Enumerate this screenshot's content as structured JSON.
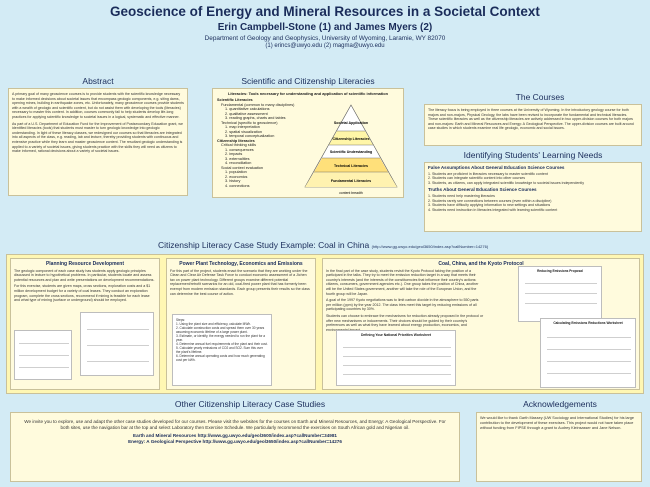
{
  "header": {
    "title": "Geoscience of Energy and Mineral Resources in a Societal Context",
    "authors": "Erin Campbell-Stone (1) and James Myers (2)",
    "department": "Department of Geology and Geophysics, University of Wyoming, Laramie, WY 82070",
    "emails": "(1) erincs@uwyo.edu (2) magma@uwyo.edu"
  },
  "abstract": {
    "heading": "Abstract",
    "paragraphs": [
      "A primary goal of many geoscience courses is to provide students with the scientific knowledge necessary to make informed decisions about societal issues that encompass geologic components, e.g. siting dams, opening mines, building in earthquake zones, etc. Unfortunately, many geoscience courses provide students with a wealth of geologic and scientific content, but do not assist them with developing the tools (literacies) necessary to master this content. In addition, courses commonly fail to help students develop life-long practices for applying scientific knowledge to societal issues in a logical, systematic and effective manner.",
      "As part of a U.S. Department of Education Fund for the Improvement of Postsecondary Education grant, we identified literacies (tools) that students must master to turn geologic knowledge into geologic understanding. In light of these literacy classes, we redesigned our courses so that literacies are integrated into all aspects of the class, e.g. reading, lab and lecture, thereby providing students with continuous and extensive practice while they learn and master geoscience content. The resultant geologic understanding is applied to a variety of societal issues, giving students practice with the skills they will need as citizens to make informed, rational decisions about a variety of societal issues."
    ]
  },
  "literacies": {
    "heading": "Scientific and Citizenship Literacies",
    "box_title": "Literacies: Tools necessary for understanding and application of scientific information",
    "items": [
      "Scientific Literacies",
      "  Fundamental (common to many disciplines)",
      "    1. quantitative calculations",
      "    2. qualitative assessment",
      "    3. reading graphs, charts and tables",
      "  Technical (specific to geoscience)",
      "    1. map interpretation",
      "    2. spatial visualization",
      "    3. temporal conceptualization",
      "Citizenship literacies",
      "  Critical thinking skills",
      "    1. consequences",
      "    2. impacts",
      "    3. externalities",
      "    4. reconciliation",
      "  Social context evaluation",
      "    1. population",
      "    2. economics",
      "    3. history",
      "    4. connections"
    ],
    "pyramid": [
      "Societal Application",
      "Citizenship Literacies",
      "Scientific Understanding",
      "Technical Literacies",
      "Fundamental Literacies"
    ],
    "pyramid_axis": "content breadth"
  },
  "courses": {
    "heading": "The Courses",
    "text": "The literacy focus is being employed in three courses at the University of Wyoming. In the introductory geology course for both majors and non-majors, Physical Geology, the labs have been revised to incorporate the fundamental and technical literacies. These scientific literacies as well as the citizenship literacies are actively addressed in two upper-division courses for both majors and non-majors: Earth and Mineral Resources and Energy: A Geological Perspective. The upper-division courses are built around case studies in which students examine real life geologic, economic and social issues."
  },
  "needs": {
    "heading": "Identifying Students' Learning Needs",
    "false_heading": "False Assumptions About General Education Science Courses",
    "false_items": [
      "1. Students are proficient in literacies necessary to master scientific content",
      "2. Students can integrate scientific content into other courses",
      "3. Students, as citizens, can apply integrated scientific knowledge to societal issues independently"
    ],
    "truth_heading": "Truths About General Education Science Courses",
    "truth_items": [
      "1. Students need help mastering literacies",
      "2. Students rarely see connections between courses (even within a discipline)",
      "3. Students have difficulty applying information to new settings and situations",
      "4. Students need instruction in literacies integrated with learning scientific content"
    ]
  },
  "case_study": {
    "heading": "Citizenship Literacy Case Study Example: Coal in China",
    "link": "(http://www.gg.uwyo.edu/geol3650/index.asp?callNumber=14276)",
    "planning": {
      "title": "Planning Resource Development",
      "paragraphs": [
        "The geologic component of each case study has students apply geologic principles discussed in lecture to hypothetical problems. In particular, students locate and assess potential resources and plan and write presentations on development recommendations.",
        "For this exercise, students are given maps, cross sections, exploration costs and a $1 million development budget for a variety of coal leases. They conduct an exploration program, complete the cross sections, recommend if mining is feasible for each lease and what type of mining (surface or underground) should be employed."
      ]
    },
    "power": {
      "title": "Power Plant Technology, Economics and Emissions",
      "text": "For this part of the project, students enact the scenario that they are working under the Clean and Clear Air Defense Task Force to conduct economic assessment of a Jichen tax on power plant technology. Different groups examine different potential replacement/retrofit scenarios for an old, coal-fired power plant that has formerly been exempt from modern emission standards. Each group presents their results so the class can determine the best course of action.",
      "steps_heading": "Steps:",
      "steps": [
        "1. Using the plant size and efficiency, calculate MWh.",
        "2. Calculate construction costs and spread them over 30 years assuming economic lifetime of a large power plant.",
        "3. Estimate, or identify, the energy needed to run the plant for a year.",
        "4. Determine annual fuel requirements of the plant and their cost.",
        "5. Calculate yearly emissions of CO2 and SO2. Sum this over the plant's lifetime.",
        "6. Determine annual operating costs and how much generating cost per kWh."
      ]
    },
    "kyoto": {
      "title": "Coal, China, and the Kyoto Protocol",
      "paragraphs": [
        "In the final part of the case study, students revisit the Kyoto Protocol taking the position of a participant in the talks. They try to meet the emission reduction target in a way that meets their country's interests (and the interests of the constituencies that influence their country's actions: citizens, consumers, government agencies etc.). One group takes the position of China, another will be the United States government, another will take the role of the European Union, and the fourth group will be Japan.",
        "A goal of the 1997 Kyoto negotiations was to limit carbon dioxide in the atmosphere to 550 parts per million (ppm) by the year 2012. The class tries meet this target by reducing emissions of all participating countries by 30%.",
        "Students can choose to embrace the mechanisms for reduction already proposed in the protocol or offer new mechanisms or inducements. Their choices should be guided by their country's preferences as well as what they have learned about energy production, economics, and environmental impact."
      ],
      "worksheet1_title": "Defining Your National Priorities Worksheet",
      "worksheet2_title": "Reducing Emissions Proposal",
      "worksheet3_title": "Calculating Emissions Reductions Worksheet"
    }
  },
  "other": {
    "heading": "Other Citizenship Literacy Case Studies",
    "text": "We invite you to explore, use and adapt the other case studies developed for our courses. Please visit the websites for the courses on Earth and Mineral Resources, and Energy: A Geological Perspective. For both sites, use the navigation bar at the top and select Laboratory then Exercise Schedule. We particularly recommend the exercises on South African gold and Nigerian oil.",
    "link1": "Earth and Mineral Resources http://www.gg.uwyo.edu/geol3600/index.asp?callNumber=34981",
    "link2": "Energy: A Geological Perspective http://www.gg.uwyo.edu/geol3650/index.asp?callNumber=14276"
  },
  "acknowledgements": {
    "heading": "Acknowledgements",
    "text": "We would like to thank Garth Massey (UW Sociology and International Studies) for his large contribution to the development of these exercises. This project would not have taken place without funding from FIPSE through a grant to Audrey Kleinsasser and Jane Nelson."
  }
}
